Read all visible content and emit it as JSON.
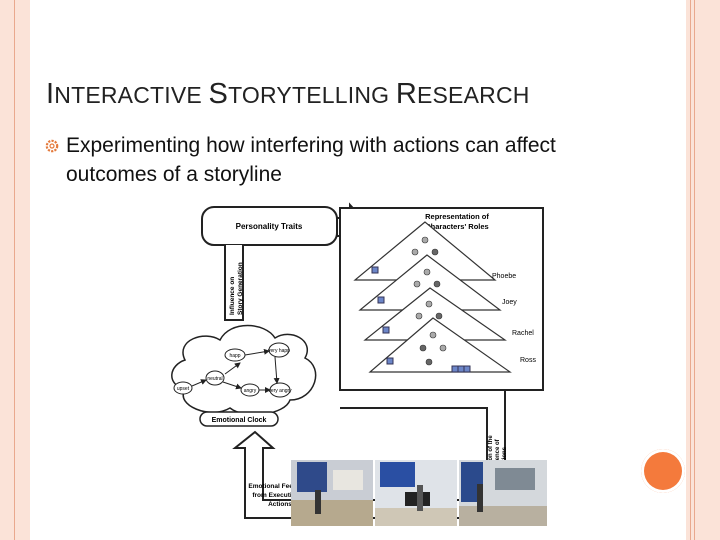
{
  "slide": {
    "title": "INTERACTIVE STORYTELLING RESEARCH",
    "bullet": "Experimenting how interfering with actions can affect outcomes of a storyline"
  },
  "diagram": {
    "personality_traits": "Personality Traits",
    "influence_label": [
      "Influence on",
      "Story Generation"
    ],
    "roles_title": [
      "Representation of",
      "Characters' Roles"
    ],
    "characters": [
      "Phoebe",
      "Joey",
      "Rachel",
      "Ross"
    ],
    "emotional_clock": "Emotional Clock",
    "emotions": [
      "happ",
      "very happ",
      "neutral",
      "upset",
      "angry",
      "very angry"
    ],
    "generation_label": [
      "Generation of the",
      "Sequence of",
      "Actions"
    ],
    "feedback_label": [
      "Emotional Feedback",
      "from Execution of",
      "Actions"
    ]
  },
  "colors": {
    "frame": "#fbe3d8",
    "frame_line": "#e9a88d",
    "accent": "#f47a3c"
  }
}
